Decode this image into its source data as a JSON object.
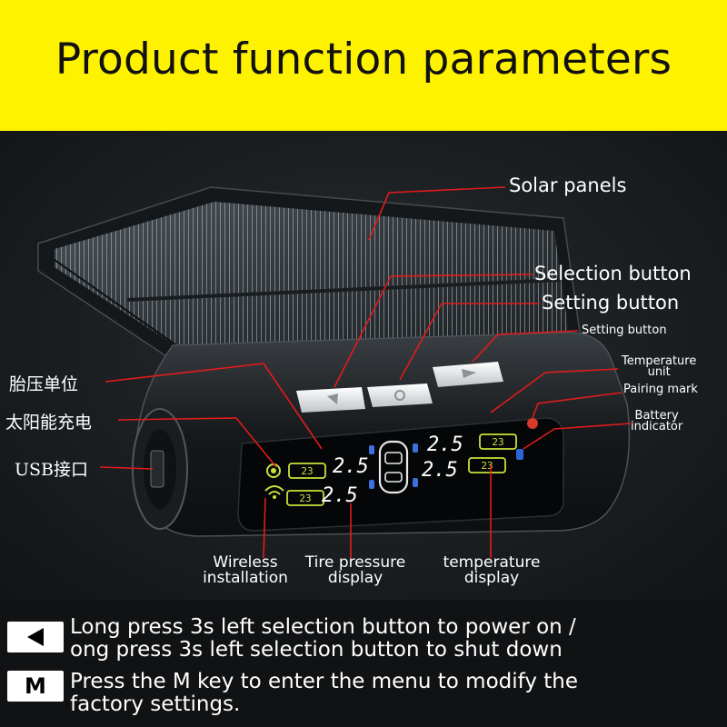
{
  "banner": {
    "title": "Product function parameters",
    "color": "#fef200"
  },
  "labels": {
    "solar_panels": "Solar panels",
    "selection_button": "Selection button",
    "setting_button_large": "Setting button",
    "setting_button_small": "Setting button",
    "temperature_unit": {
      "line1": "Temperature",
      "line2": "unit"
    },
    "pairing_mark": "Pairing mark",
    "battery_indicator": {
      "line1": "Battery",
      "line2": "indicator"
    },
    "tire_pressure_unit_cn": "胎压单位",
    "solar_charging_cn": "太阳能充电",
    "usb_port_cn": "USB接口",
    "wireless_installation": {
      "line1": "Wireless",
      "line2": "installation"
    },
    "tire_pressure_display": {
      "line1": "Tire pressure",
      "line2": "display"
    },
    "temperature_display": {
      "line1": "temperature",
      "line2": "display"
    }
  },
  "device": {
    "screen": {
      "pressures": [
        "2.5",
        "2.5",
        "2.5",
        "2.5"
      ],
      "temps": [
        "23",
        "23",
        "23",
        "23"
      ]
    },
    "icons": [
      "solar-charge-icon",
      "wireless-icon",
      "car-top-icon",
      "pairing-icon",
      "battery-icon"
    ]
  },
  "callout_color": "#e21b1b",
  "instructions": [
    {
      "icon": "left-arrow-button-icon",
      "line1": "Long press 3s left selection button to power on /",
      "line2": "ong press 3s left selection button to shut down"
    },
    {
      "icon": "m-key-icon",
      "icon_text": "M",
      "line1": "Press the M key to enter the menu to modify the",
      "line2": "factory settings."
    }
  ]
}
